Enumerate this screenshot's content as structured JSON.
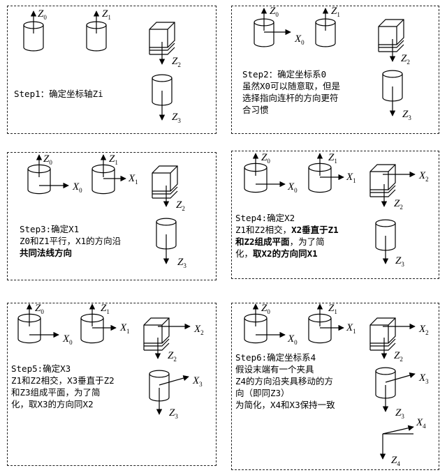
{
  "panels": [
    {
      "id": 1,
      "lines": [
        "Step1：确定坐标轴Zi"
      ],
      "labels": {
        "z0": "Z",
        "z0_sub": "0",
        "z1": "Z",
        "z1_sub": "1",
        "z2": "Z",
        "z2_sub": "2",
        "z3": "Z",
        "z3_sub": "3"
      }
    },
    {
      "id": 2,
      "lines": [
        "Step2：确定坐标系0",
        "虽然X0可以随意取，但是",
        "选择指向连杆的方向更符",
        "合习惯"
      ],
      "labels": {
        "z0": "Z",
        "z0_sub": "0",
        "x0": "X",
        "x0_sub": "0",
        "z1": "Z",
        "z1_sub": "1",
        "z2": "Z",
        "z2_sub": "2",
        "z3": "Z",
        "z3_sub": "3"
      }
    },
    {
      "id": 3,
      "lines": [
        "Step3:确定X1",
        "Z0和Z1平行，X1的方向沿"
      ],
      "bold_line": "共同法线方向",
      "labels": {
        "z0": "Z",
        "z0_sub": "0",
        "x0": "X",
        "x0_sub": "0",
        "z1": "Z",
        "z1_sub": "1",
        "x1": "X",
        "x1_sub": "1",
        "z2": "Z",
        "z2_sub": "2",
        "z3": "Z",
        "z3_sub": "3"
      }
    },
    {
      "id": 4,
      "lines": [
        "Step4:确定X2"
      ],
      "line2_plain": "Z1和Z2相交，",
      "line2_bold": "X2垂直于Z1",
      "line3_bold": "和Z2组成平面",
      "line3_plain": "，为了简",
      "line4_plain": "化，",
      "line4_bold": "取X2的方向同X1",
      "labels": {
        "z0": "Z",
        "z0_sub": "0",
        "x0": "X",
        "x0_sub": "0",
        "z1": "Z",
        "z1_sub": "1",
        "x1": "X",
        "x1_sub": "1",
        "x2": "X",
        "x2_sub": "2",
        "z2": "Z",
        "z2_sub": "2",
        "z3": "Z",
        "z3_sub": "3"
      }
    },
    {
      "id": 5,
      "lines": [
        "Step5:确定X3",
        "Z1和Z2相交，X3垂直于Z2",
        "和Z3组成平面，为了简",
        "化，取X3的方向同X2"
      ],
      "labels": {
        "z0": "Z",
        "z0_sub": "0",
        "x0": "X",
        "x0_sub": "0",
        "z1": "Z",
        "z1_sub": "1",
        "x1": "X",
        "x1_sub": "1",
        "x2": "X",
        "x2_sub": "2",
        "z2": "Z",
        "z2_sub": "2",
        "x3": "X",
        "x3_sub": "3",
        "z3": "Z",
        "z3_sub": "3"
      }
    },
    {
      "id": 6,
      "lines": [
        "Step6:确定坐标系4",
        "假设末端有一个夹具",
        "Z4的方向沿夹具移动的方",
        "向（即同Z3）",
        "为简化，X4和X3保持一致"
      ],
      "labels": {
        "z0": "Z",
        "z0_sub": "0",
        "x0": "X",
        "x0_sub": "0",
        "z1": "Z",
        "z1_sub": "1",
        "x1": "X",
        "x1_sub": "1",
        "x2": "X",
        "x2_sub": "2",
        "z2": "Z",
        "z2_sub": "2",
        "x3": "X",
        "x3_sub": "3",
        "z3": "Z",
        "z3_sub": "3",
        "x4": "X",
        "x4_sub": "4",
        "z4": "Z",
        "z4_sub": "4"
      }
    }
  ]
}
